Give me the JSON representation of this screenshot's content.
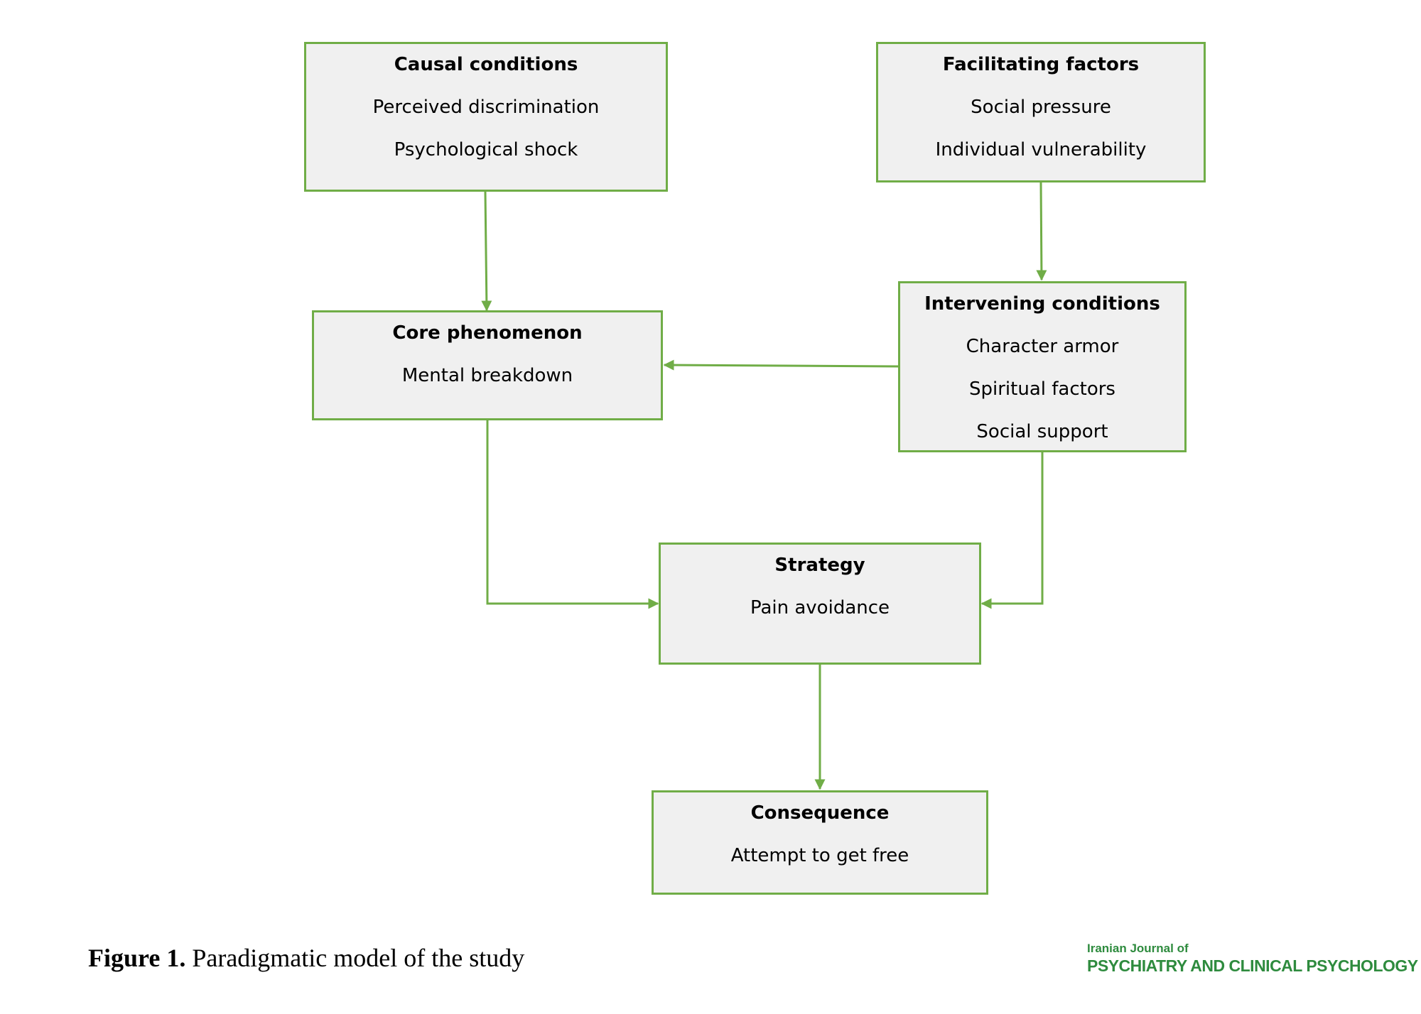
{
  "boxes": {
    "causal": {
      "title": "Causal conditions",
      "items": [
        "Perceived discrimination",
        "Psychological shock"
      ]
    },
    "facilitating": {
      "title": "Facilitating factors",
      "items": [
        "Social pressure",
        "Individual vulnerability"
      ]
    },
    "core": {
      "title": "Core phenomenon",
      "items": [
        "Mental breakdown"
      ]
    },
    "intervening": {
      "title": "Intervening conditions",
      "items": [
        "Character armor",
        "Spiritual factors",
        "Social support"
      ]
    },
    "strategy": {
      "title": "Strategy",
      "items": [
        "Pain avoidance"
      ]
    },
    "consequence": {
      "title": "Consequence",
      "items": [
        "Attempt to get free"
      ]
    }
  },
  "caption": {
    "label": "Figure 1.",
    "text": "Paradigmatic model of the study"
  },
  "journal": {
    "line1": "Iranian Journal of",
    "line2": "PSYCHIATRY AND CLINICAL PSYCHOLOGY"
  },
  "colors": {
    "box_border": "#70ad47",
    "box_fill": "#f0f0f0",
    "journal_green": "#2e8b3e"
  }
}
